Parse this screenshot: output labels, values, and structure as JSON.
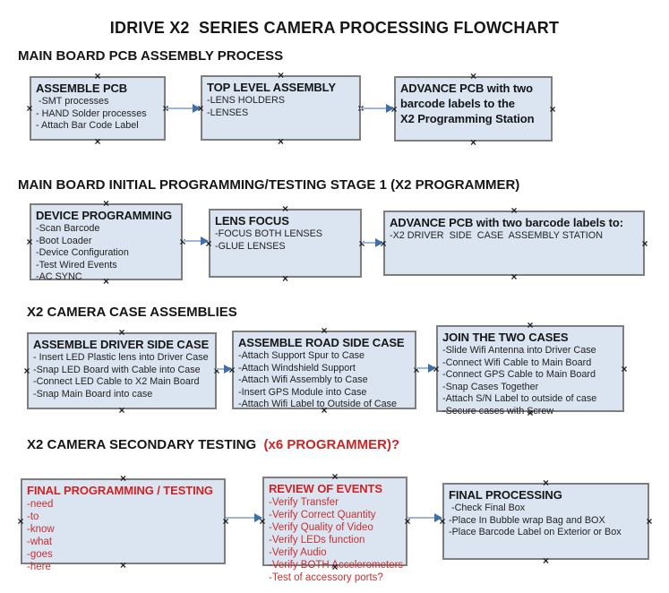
{
  "title": "IDRIVE X2  SERIES CAMERA PROCESSING FLOWCHART",
  "glyphs": {
    "handle": "×"
  },
  "colors": {
    "box_fill": "#dbe5f1",
    "box_border": "#7e7e7e",
    "red_text": "#cc2424",
    "arrow_line": "#9fb6d9",
    "arrow_head": "#3f6fab"
  },
  "sections": [
    {
      "heading": "MAIN BOARD PCB ASSEMBLY PROCESS",
      "boxes": [
        {
          "title": "ASSEMBLE PCB",
          "items": [
            " -SMT processes",
            "- HAND Solder processes",
            "- Attach Bar Code Label"
          ]
        },
        {
          "title": "TOP LEVEL ASSEMBLY",
          "items": [
            "-LENS HOLDERS",
            "-LENSES"
          ]
        },
        {
          "title": "ADVANCE PCB with two barcode labels to the\n X2 Programming Station",
          "items": []
        }
      ]
    },
    {
      "heading": "MAIN BOARD INITIAL PROGRAMMING/TESTING STAGE 1 (X2 PROGRAMMER)",
      "boxes": [
        {
          "title": "DEVICE PROGRAMMING",
          "items": [
            "-Scan Barcode",
            "-Boot Loader",
            "-Device Configuration",
            "-Test Wired Events",
            "-AC SYNC"
          ]
        },
        {
          "title": "LENS FOCUS",
          "items": [
            "-FOCUS BOTH LENSES",
            "-GLUE LENSES"
          ]
        },
        {
          "title": "ADVANCE PCB with two barcode labels to:",
          "items": [
            "-X2 DRIVER  SIDE  CASE  ASSEMBLY STATION"
          ]
        }
      ]
    },
    {
      "heading": "X2 CAMERA CASE ASSEMBLIES",
      "boxes": [
        {
          "title": "ASSEMBLE DRIVER SIDE CASE",
          "items": [
            "- Insert LED Plastic lens into Driver Case",
            "-Snap LED Board with Cable into Case",
            "-Connect LED Cable to X2 Main Board",
            "-Snap Main Board into case"
          ]
        },
        {
          "title": "ASSEMBLE ROAD SIDE CASE",
          "items": [
            "-Attach Support Spur to Case",
            "-Attach Windshield Support",
            "-Attach Wifi Assembly to Case",
            "-Insert GPS Module into Case",
            "-Attach Wifi Label to Outside of Case"
          ]
        },
        {
          "title": "JOIN THE TWO CASES",
          "items": [
            "-Slide Wifi Antenna into Driver Case",
            "-Connect Wifi Cable to Main Board",
            "-Connect GPS Cable to Main Board",
            "-Snap Cases Together",
            "-Attach S/N Label to outside of case",
            "-Secure cases with Screw"
          ]
        }
      ]
    },
    {
      "heading": "X2 CAMERA SECONDARY TESTING  ",
      "heading_red": "(x6 PROGRAMMER)?",
      "boxes": [
        {
          "title": "FINAL PROGRAMMING / TESTING",
          "items": [
            "-need",
            "-to",
            "-know",
            "-what",
            "-goes",
            "-here"
          ]
        },
        {
          "title": "REVIEW OF EVENTS",
          "items": [
            "-Verify Transfer",
            "-Verify Correct Quantity",
            "-Verify Quality of Video",
            "-Verify LEDs function",
            "-Verify Audio",
            "-Verify BOTH Accelerometers",
            "-Test of accessory ports?"
          ]
        },
        {
          "title": "FINAL PROCESSING",
          "items": [
            " -Check Final Box",
            "-Place In Bubble wrap Bag and BOX",
            "-Place Barcode Label on Exterior or Box"
          ]
        }
      ]
    }
  ]
}
